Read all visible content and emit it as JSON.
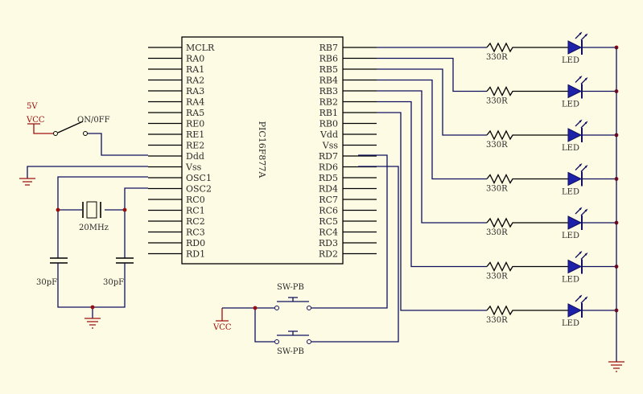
{
  "chip": {
    "name": "PIC16F877A",
    "left_pins": [
      "MCLR",
      "RA0",
      "RA1",
      "RA2",
      "RA3",
      "RA4",
      "RA5",
      "RE0",
      "RE1",
      "RE2",
      "Ddd",
      "Vss",
      "OSC1",
      "OSC2",
      "RC0",
      "RC1",
      "RC2",
      "RC3",
      "RD0",
      "RD1"
    ],
    "right_pins": [
      "RB7",
      "RB6",
      "RB5",
      "RB4",
      "RB3",
      "RB2",
      "RB1",
      "RB0",
      "Vdd",
      "Vss",
      "RD7",
      "RD6",
      "RD5",
      "RD4",
      "RC7",
      "RC6",
      "RC5",
      "RC4",
      "RD3",
      "RD2"
    ]
  },
  "power": {
    "voltage": "5V",
    "vcc": "VCC",
    "switch": "ON/0FF"
  },
  "crystal": "20MHz",
  "caps": [
    "30pF",
    "30pF"
  ],
  "buttons": {
    "vcc": "VCC",
    "top": "SW-PB",
    "bottom": "SW-PB"
  },
  "resistor_label": "330R",
  "led_label": "LED",
  "led_count": 7
}
